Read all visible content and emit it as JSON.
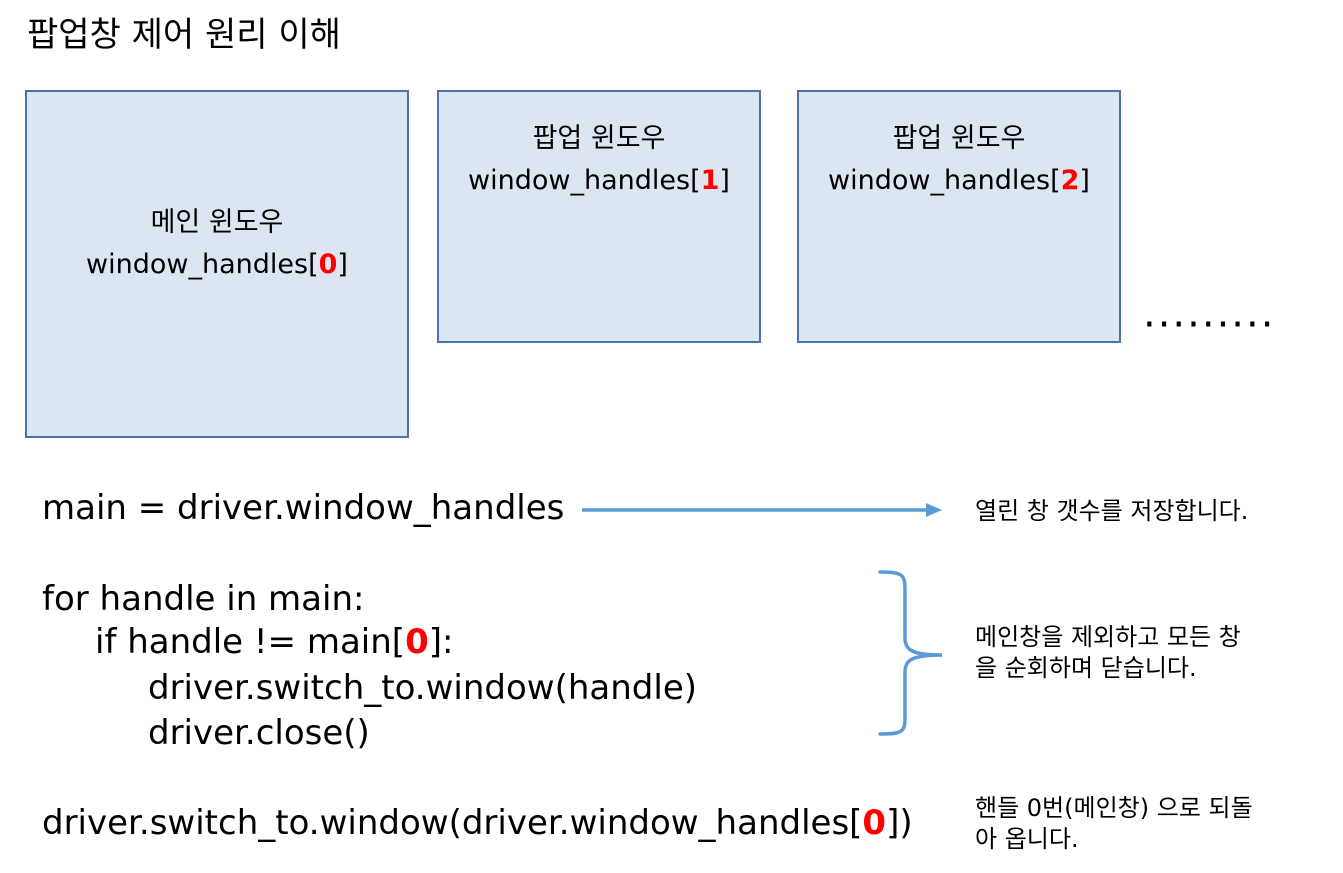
{
  "title": "팝업창 제어 원리 이해",
  "windows": {
    "main": {
      "label": "메인 윈도우",
      "handle_prefix": "window_handles[",
      "index": "0",
      "handle_suffix": "]"
    },
    "popup1": {
      "label": "팝업 윈도우",
      "handle_prefix": "window_handles[",
      "index": "1",
      "handle_suffix": "]"
    },
    "popup2": {
      "label": "팝업 윈도우",
      "handle_prefix": "window_handles[",
      "index": "2",
      "handle_suffix": "]"
    }
  },
  "ellipsis": "·········",
  "code": {
    "line1": "main = driver.window_handles",
    "line2": "for handle in main:",
    "line3_prefix": "if handle != main[",
    "line3_index": "0",
    "line3_suffix": "]:",
    "line4": "driver.switch_to.window(handle)",
    "line5": "driver.close()",
    "line6_prefix": "driver.switch_to.window(driver.window_handles[",
    "line6_index": "0",
    "line6_suffix": "])"
  },
  "notes": {
    "store": "열린 창 갯수를 저장합니다.",
    "close_line1": "메인창을 제외하고 모든 창",
    "close_line2": "을 순회하며 닫습니다.",
    "return_line1": "핸들 0번(메인창) 으로 되돌",
    "return_line2": "아 옵니다."
  },
  "colors": {
    "window_fill": "#dce6f2",
    "window_border": "#4a73a8",
    "index_highlight": "#ff0000",
    "arrow": "#5b9bd5"
  }
}
